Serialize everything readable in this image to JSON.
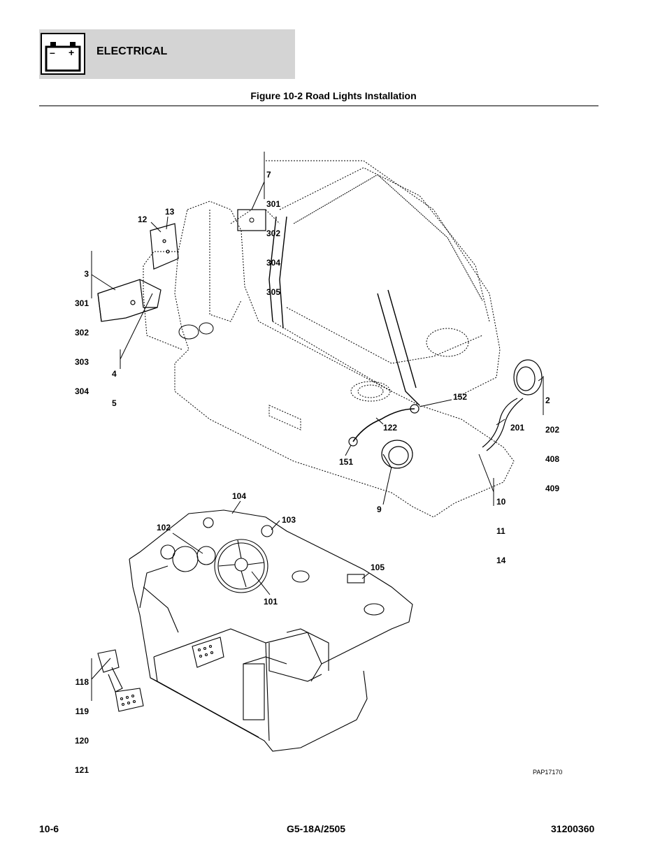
{
  "header": {
    "section": "ELECTRICAL",
    "figure_title": "Figure 10-2 Road Lights Installation"
  },
  "icon": {
    "name": "battery-icon",
    "minus": "–",
    "plus": "+"
  },
  "callouts": {
    "c_top": [
      "7",
      "301",
      "302",
      "304",
      "305"
    ],
    "c12": "12",
    "c13": "13",
    "c_left": [
      "3",
      "301",
      "302",
      "303",
      "304"
    ],
    "c_45": [
      "4",
      "5"
    ],
    "c_right": [
      "2",
      "202",
      "408",
      "409"
    ],
    "c152": "152",
    "c122": "122",
    "c201": "201",
    "c151": "151",
    "c_10": [
      "10",
      "11",
      "14"
    ],
    "c9": "9",
    "c104": "104",
    "c103": "103",
    "c102": "102",
    "c105": "105",
    "c101": "101",
    "c_pedal": [
      "118",
      "119",
      "120",
      "121"
    ]
  },
  "drawing_id": "PAP17170",
  "footer": {
    "page": "10-6",
    "model": "G5-18A/2505",
    "doc_number": "31200360"
  }
}
